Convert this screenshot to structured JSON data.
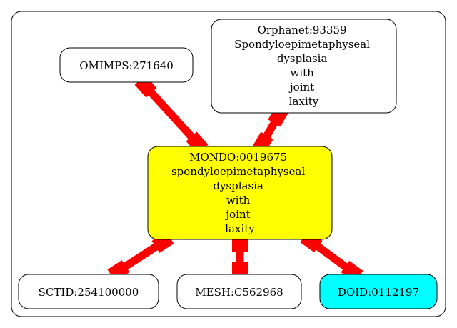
{
  "graph": {
    "nodes": {
      "omimps": {
        "lines": [
          "OMIMPS:271640"
        ],
        "fill": "#ffffff"
      },
      "orphanet": {
        "lines": [
          "Orphanet:93359",
          "Spondyloepimetaphyseal",
          "dysplasia",
          "with",
          "joint",
          "laxity"
        ],
        "fill": "#ffffff"
      },
      "mondo": {
        "lines": [
          "MONDO:0019675",
          "spondyloepimetaphyseal",
          "dysplasia",
          "with",
          "joint",
          "laxity"
        ],
        "fill": "#ffff00"
      },
      "sctid": {
        "lines": [
          "SCTID:254100000"
        ],
        "fill": "#ffffff"
      },
      "mesh": {
        "lines": [
          "MESH:C562968"
        ],
        "fill": "#ffffff"
      },
      "doid": {
        "lines": [
          "DOID:0112197"
        ],
        "fill": "#00ffff"
      }
    },
    "edge_color": "#ff0000",
    "edges": [
      {
        "from": "omimps",
        "to": "mondo"
      },
      {
        "from": "orphanet",
        "to": "mondo"
      },
      {
        "from": "mondo",
        "to": "sctid"
      },
      {
        "from": "mondo",
        "to": "mesh"
      },
      {
        "from": "mondo",
        "to": "doid"
      }
    ]
  }
}
